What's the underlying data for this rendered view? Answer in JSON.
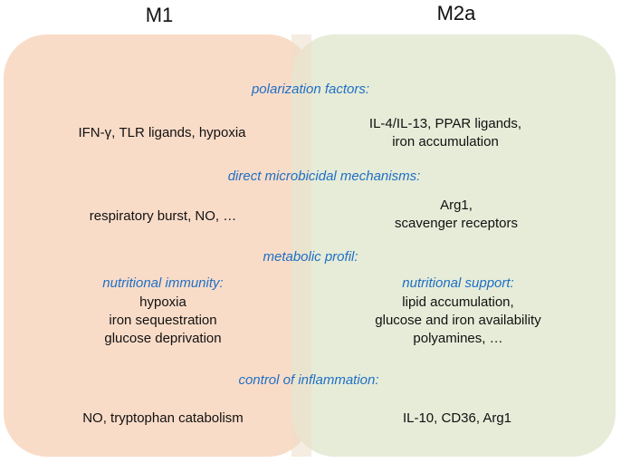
{
  "titles": {
    "m1": "M1",
    "m2a": "M2a"
  },
  "colors": {
    "m1_fill": "#f9dcc8",
    "m2a_fill": "#e6ecd8",
    "heading": "#1f6fc5",
    "text": "#111111"
  },
  "sections": {
    "polarization": {
      "heading": "polarization factors:",
      "m1": [
        "IFN-γ, TLR ligands, hypoxia"
      ],
      "m2a": [
        "IL-4/IL-13, PPAR ligands,",
        "iron accumulation"
      ]
    },
    "microbicidal": {
      "heading": "direct microbicidal mechanisms:",
      "m1": [
        "respiratory burst, NO, …"
      ],
      "m2a": [
        "Arg1,",
        "scavenger receptors"
      ]
    },
    "metabolic": {
      "heading": "metabolic profil:",
      "m1_subheading": "nutritional immunity:",
      "m1": [
        "hypoxia",
        "iron sequestration",
        "glucose deprivation"
      ],
      "m2a_subheading": "nutritional support:",
      "m2a": [
        "lipid accumulation,",
        "glucose and iron availability",
        "polyamines, …"
      ]
    },
    "inflammation": {
      "heading": "control of inflammation:",
      "m1": [
        "NO, tryptophan catabolism"
      ],
      "m2a": [
        "IL-10, CD36, Arg1"
      ]
    }
  }
}
